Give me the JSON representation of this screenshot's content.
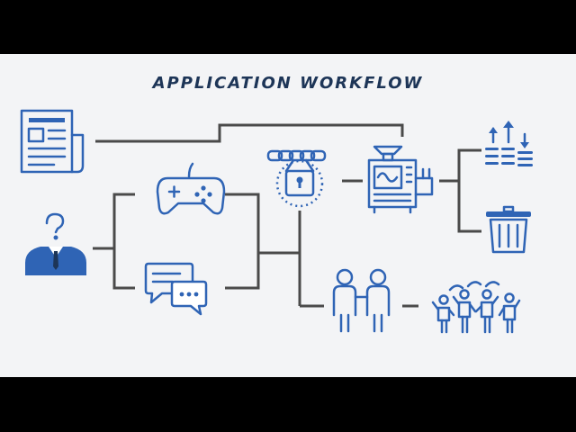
{
  "diagram": {
    "title": "APPLICATION WORKFLOW",
    "colors": {
      "icon": "#2f64b5",
      "connector": "#4a4a4a",
      "title": "#1d3557",
      "background": "#f3f4f6"
    },
    "nodes": [
      {
        "id": "newspaper",
        "icon": "newspaper-icon"
      },
      {
        "id": "user",
        "icon": "question-user-icon"
      },
      {
        "id": "gamepad",
        "icon": "gamepad-icon"
      },
      {
        "id": "chat",
        "icon": "chat-bubbles-icon"
      },
      {
        "id": "lock",
        "icon": "chain-lock-icon"
      },
      {
        "id": "machine",
        "icon": "machine-icon"
      },
      {
        "id": "sort",
        "icon": "sort-arrows-icon"
      },
      {
        "id": "trash",
        "icon": "trash-icon"
      },
      {
        "id": "pair",
        "icon": "two-people-icon"
      },
      {
        "id": "crowd",
        "icon": "crowd-icon"
      }
    ]
  }
}
